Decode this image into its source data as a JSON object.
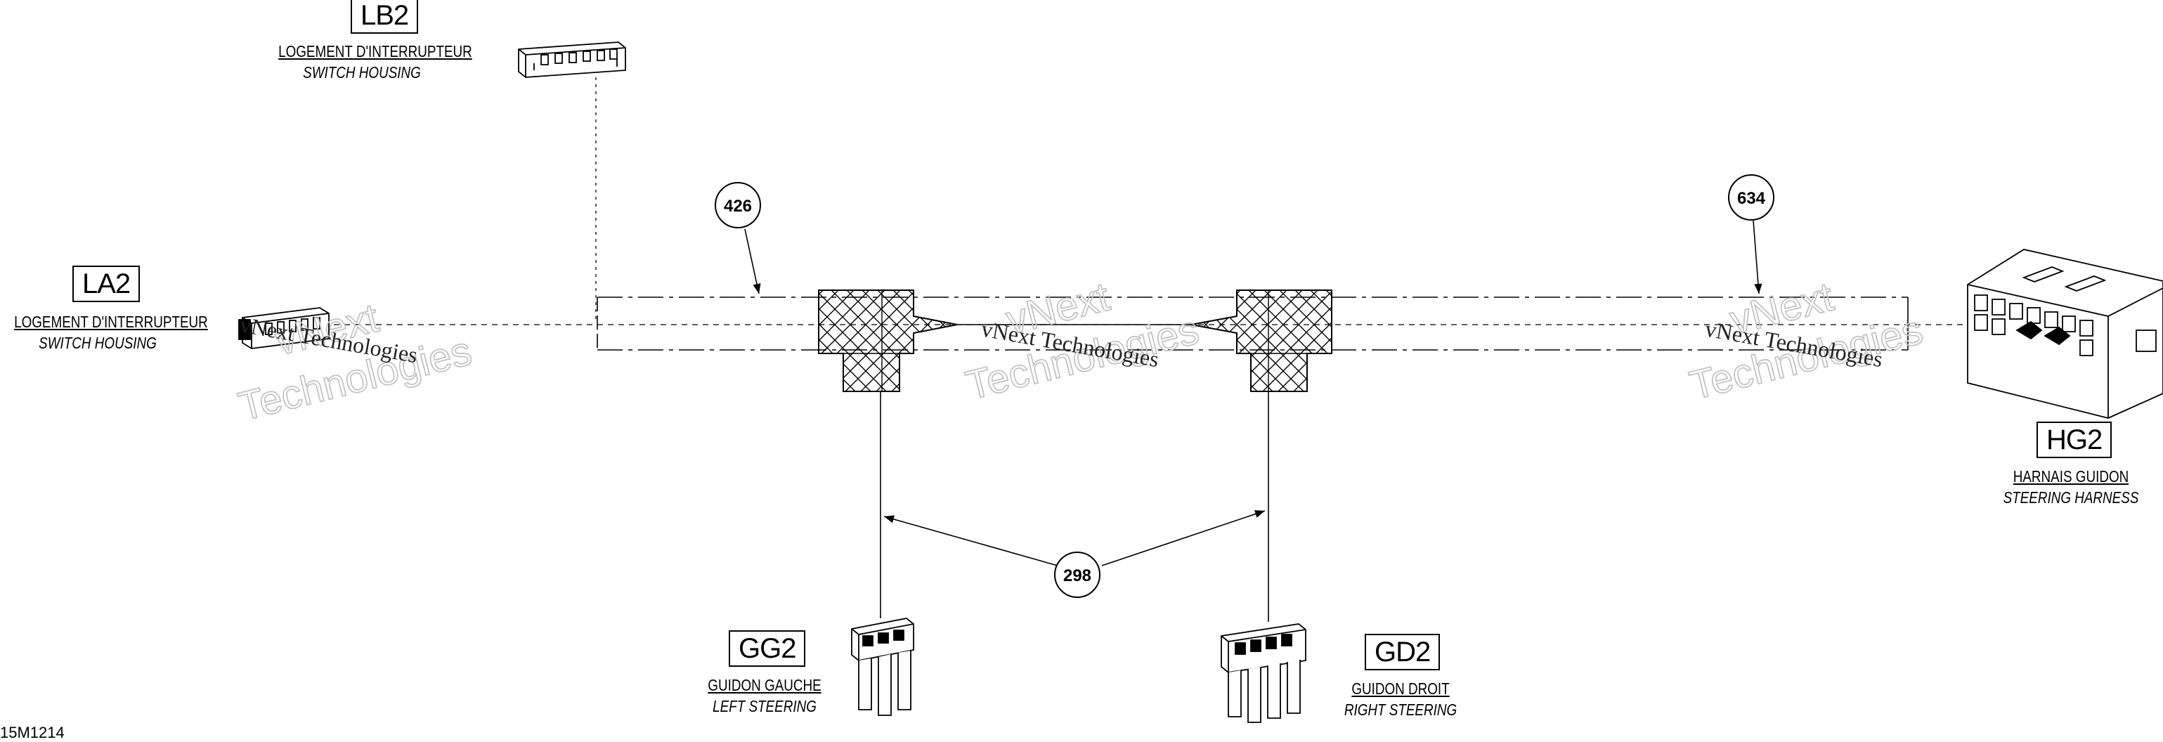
{
  "connectors": {
    "lb2": {
      "code": "LB2",
      "fr": "LOGEMENT D'INTERRUPTEUR",
      "en": "SWITCH HOUSING"
    },
    "la2": {
      "code": "LA2",
      "fr": "LOGEMENT D'INTERRUPTEUR",
      "en": "SWITCH HOUSING"
    },
    "hg2": {
      "code": "HG2",
      "fr": "HARNAIS GUIDON",
      "en": "STEERING HARNESS"
    },
    "gg2": {
      "code": "GG2",
      "fr": "GUIDON GAUCHE",
      "en": "LEFT STEERING"
    },
    "gd2": {
      "code": "GD2",
      "fr": "GUIDON DROIT",
      "en": "RIGHT STEERING"
    }
  },
  "dimensions": {
    "left": "426",
    "right": "634",
    "branch": "298"
  },
  "watermark": {
    "line1": "vNext Technologies",
    "ghost1": "vNext",
    "ghost2": "Technologies"
  },
  "reference_code": "15M1214"
}
